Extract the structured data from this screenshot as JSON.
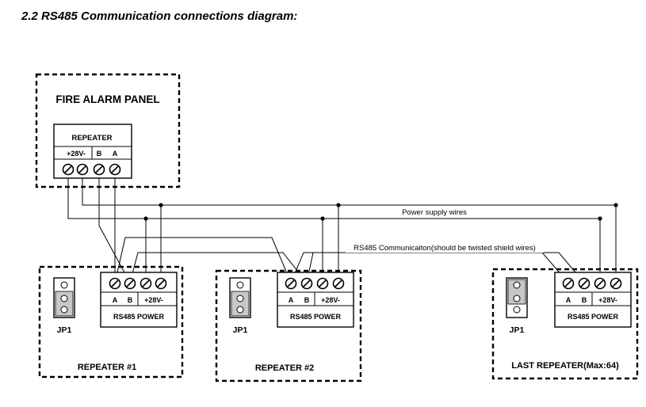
{
  "title": "2.2 RS485 Communication connections diagram:",
  "panel": {
    "title": "FIRE ALARM PANEL",
    "repeater_label": "REPEATER",
    "power_label": "+28V-",
    "b_label": "B",
    "a_label": "A"
  },
  "wires": {
    "power_label": "Power supply wires",
    "rs485_label": "RS485 Communicaiton(should be twisted shield wires)"
  },
  "repeaters": [
    {
      "name": "REPEATER #1",
      "a_label": "A",
      "b_label": "B",
      "power_label": "+28V-",
      "bottom_label": "RS485 POWER",
      "jumper_label": "JP1"
    },
    {
      "name": "REPEATER #2",
      "a_label": "A",
      "b_label": "B",
      "power_label": "+28V-",
      "bottom_label": "RS485 POWER",
      "jumper_label": "JP1"
    },
    {
      "name": "LAST REPEATER(Max:64)",
      "a_label": "A",
      "b_label": "B",
      "power_label": "+28V-",
      "bottom_label": "RS485 POWER",
      "jumper_label": "JP1"
    }
  ]
}
